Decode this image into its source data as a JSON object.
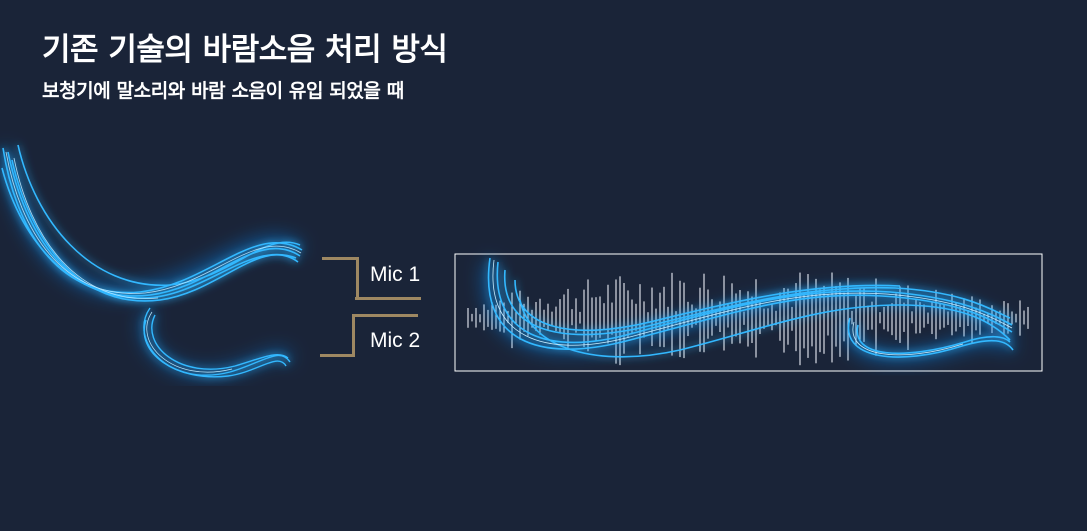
{
  "title": "기존 기술의 바람소음 처리 방식",
  "subtitle": "보청기에 말소리와 바람 소음이 유입 되었을 때",
  "mics": [
    {
      "label": "Mic 1"
    },
    {
      "label": "Mic 2"
    }
  ],
  "colors": {
    "background": "#1a2438",
    "wind_glow": "#1aa8ff",
    "bracket": "#9e8862",
    "box_border": "#ffffff"
  }
}
